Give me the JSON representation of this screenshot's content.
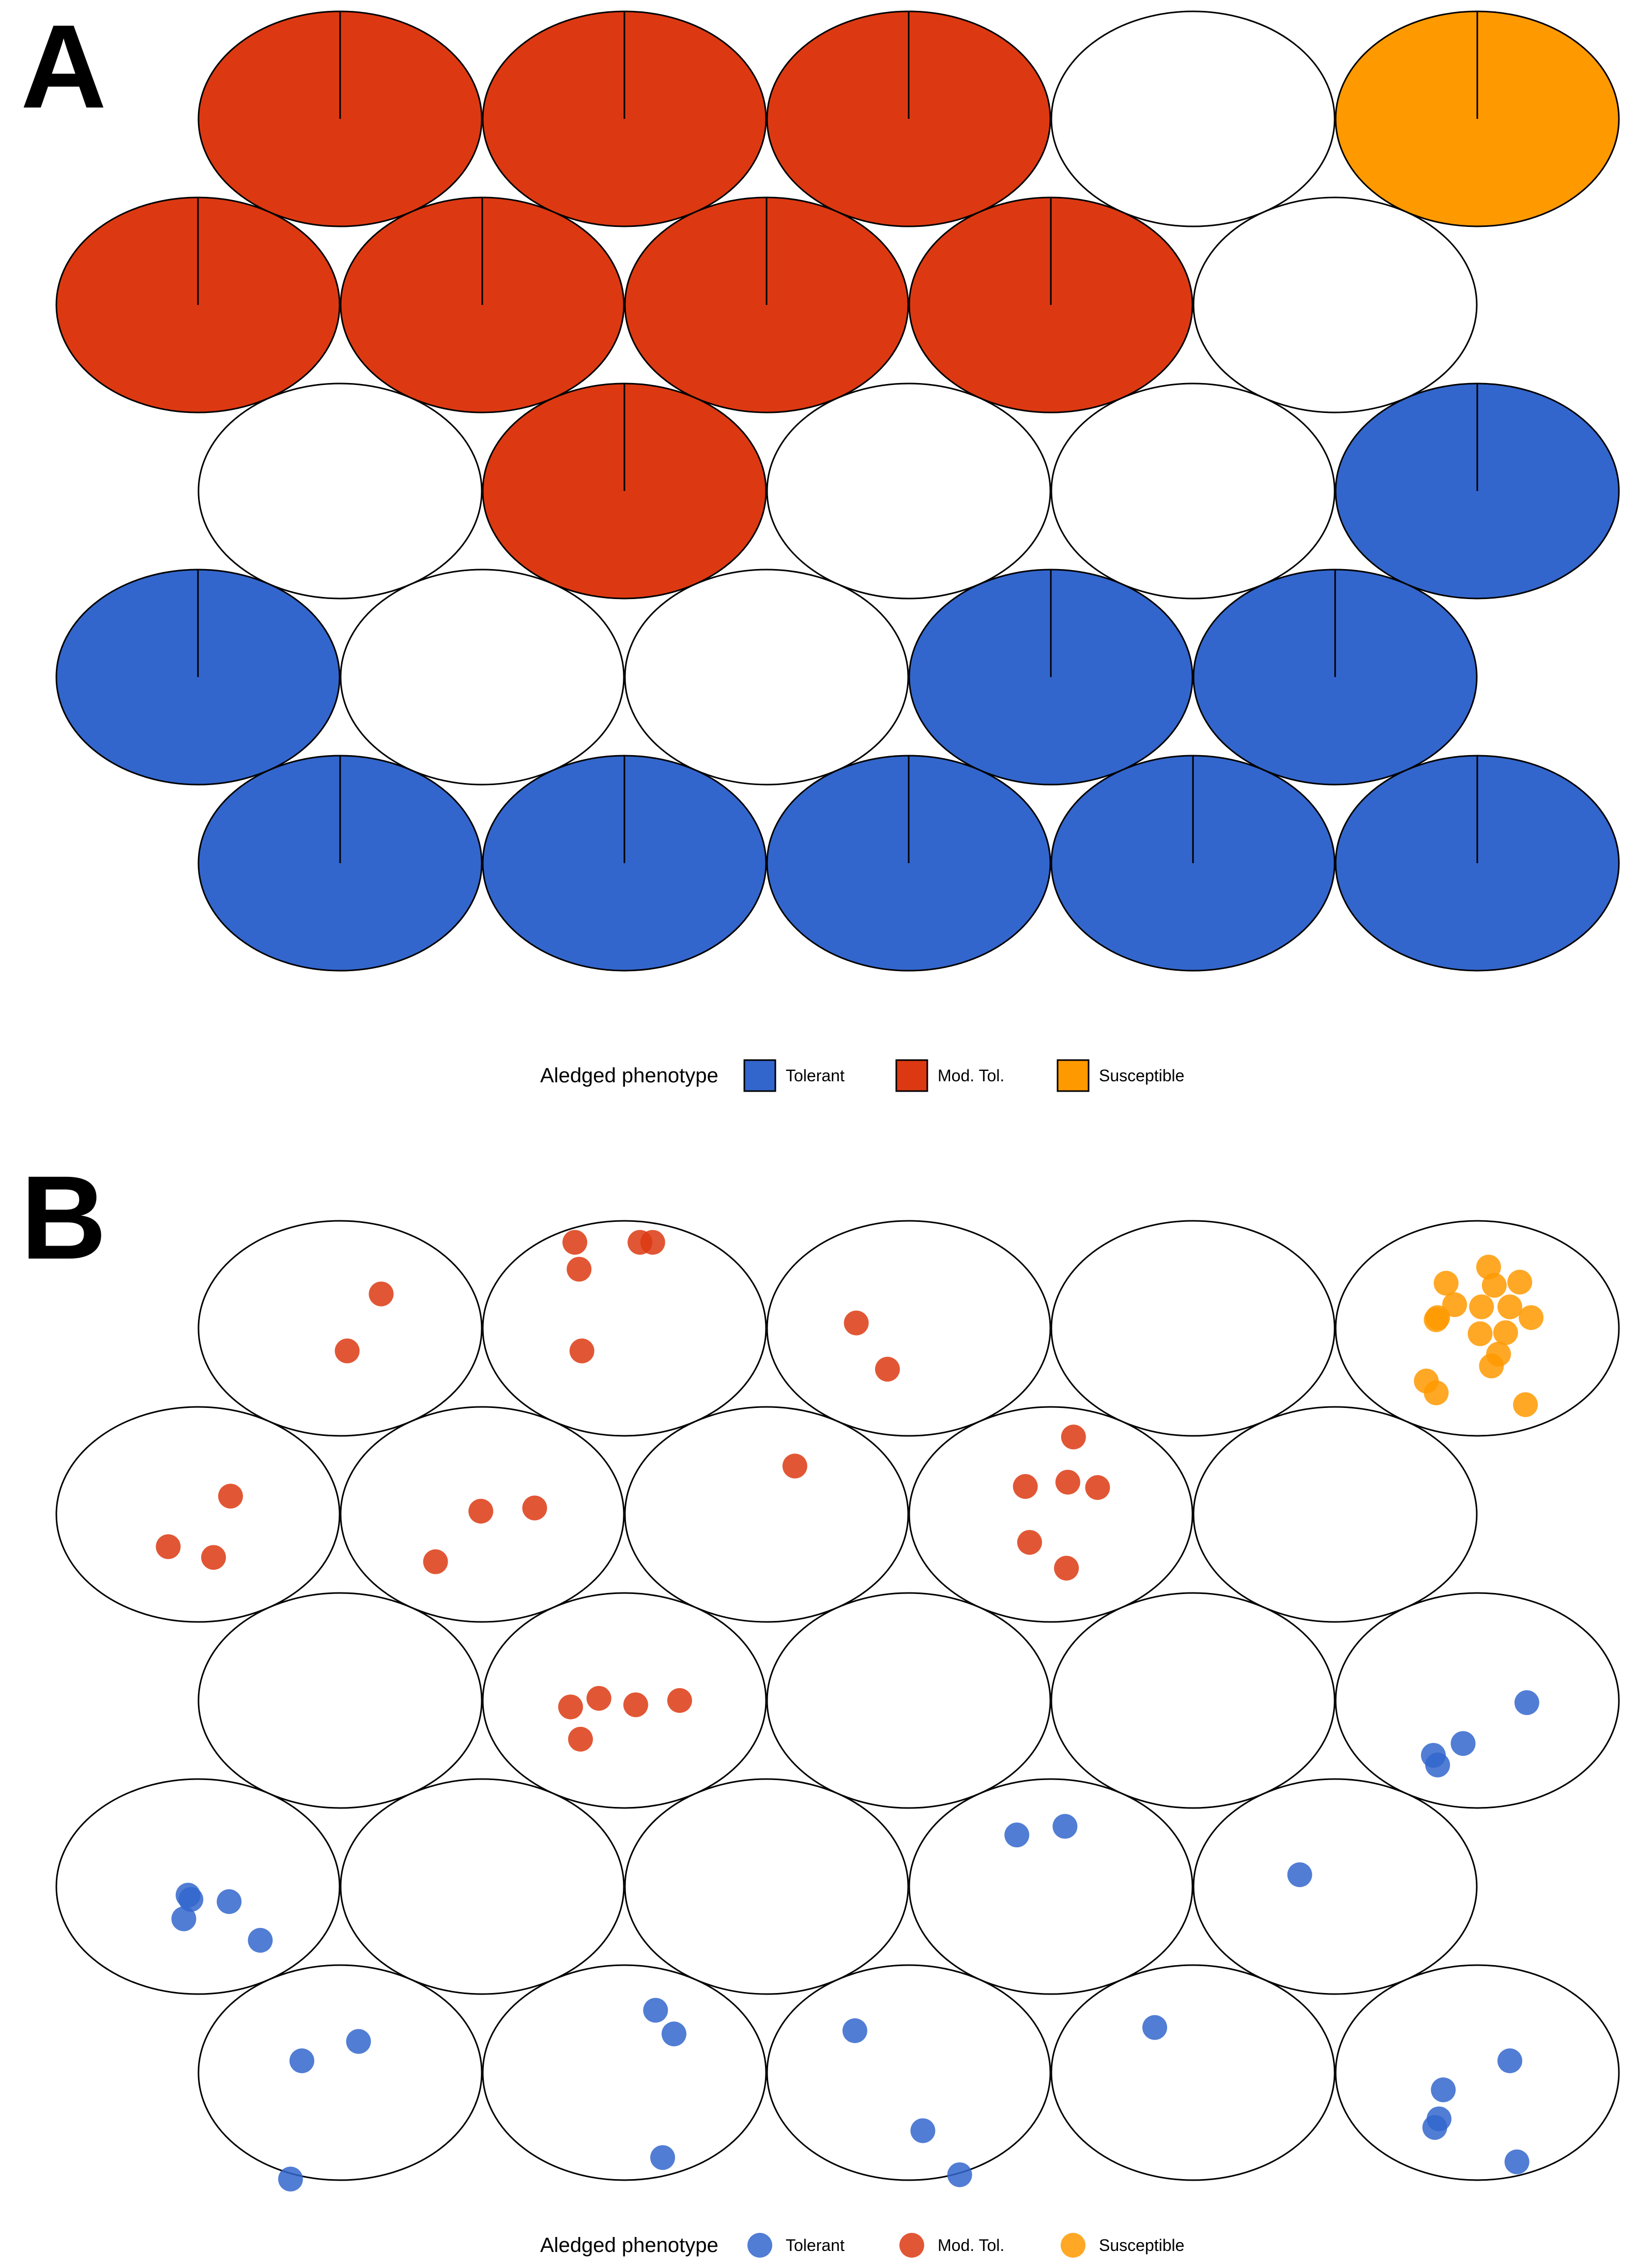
{
  "colors": {
    "Tolerant": "#3366cc",
    "Mod. Tol.": "#dc3912",
    "Susceptible": "#ff9900",
    "outline": "#000000",
    "background": "#ffffff"
  },
  "chart_data": [
    {
      "type": "hexbin-map",
      "panel_label": "A",
      "title": "",
      "legend": {
        "title": "Aledged phenotype",
        "placement": "bottom",
        "shape": "square",
        "entries": [
          "Tolerant",
          "Mod. Tol.",
          "Susceptible"
        ]
      },
      "grid": {
        "rows": 5,
        "cols": 5,
        "odd_rows_offset": true
      },
      "cells": [
        {
          "row": 0,
          "col": 0,
          "phenotype": "Mod. Tol."
        },
        {
          "row": 0,
          "col": 1,
          "phenotype": "Mod. Tol."
        },
        {
          "row": 0,
          "col": 2,
          "phenotype": "Mod. Tol."
        },
        {
          "row": 0,
          "col": 3,
          "phenotype": null
        },
        {
          "row": 0,
          "col": 4,
          "phenotype": "Susceptible"
        },
        {
          "row": 1,
          "col": 0,
          "phenotype": "Mod. Tol."
        },
        {
          "row": 1,
          "col": 1,
          "phenotype": "Mod. Tol."
        },
        {
          "row": 1,
          "col": 2,
          "phenotype": "Mod. Tol."
        },
        {
          "row": 1,
          "col": 3,
          "phenotype": "Mod. Tol."
        },
        {
          "row": 1,
          "col": 4,
          "phenotype": null
        },
        {
          "row": 2,
          "col": 0,
          "phenotype": null
        },
        {
          "row": 2,
          "col": 1,
          "phenotype": "Mod. Tol."
        },
        {
          "row": 2,
          "col": 2,
          "phenotype": null
        },
        {
          "row": 2,
          "col": 3,
          "phenotype": null
        },
        {
          "row": 2,
          "col": 4,
          "phenotype": "Tolerant"
        },
        {
          "row": 3,
          "col": 0,
          "phenotype": "Tolerant"
        },
        {
          "row": 3,
          "col": 1,
          "phenotype": null
        },
        {
          "row": 3,
          "col": 2,
          "phenotype": null
        },
        {
          "row": 3,
          "col": 3,
          "phenotype": "Tolerant"
        },
        {
          "row": 3,
          "col": 4,
          "phenotype": "Tolerant"
        },
        {
          "row": 4,
          "col": 0,
          "phenotype": "Tolerant"
        },
        {
          "row": 4,
          "col": 1,
          "phenotype": "Tolerant"
        },
        {
          "row": 4,
          "col": 2,
          "phenotype": "Tolerant"
        },
        {
          "row": 4,
          "col": 3,
          "phenotype": "Tolerant"
        },
        {
          "row": 4,
          "col": 4,
          "phenotype": "Tolerant"
        }
      ]
    },
    {
      "type": "scatter-in-cells",
      "panel_label": "B",
      "title": "",
      "legend": {
        "title": "Aledged phenotype",
        "placement": "bottom",
        "shape": "circle",
        "entries": [
          "Tolerant",
          "Mod. Tol.",
          "Susceptible"
        ]
      },
      "grid": {
        "rows": 5,
        "cols": 5,
        "odd_rows_offset": true
      },
      "point_coords": "fraction of cell ellipse semi-axes, origin at cell centre",
      "cells": [
        {
          "row": 0,
          "col": 0,
          "phenotype": "Mod. Tol.",
          "points": [
            [
              0.29,
              -0.32
            ],
            [
              0.05,
              0.21
            ]
          ]
        },
        {
          "row": 0,
          "col": 1,
          "phenotype": "Mod. Tol.",
          "points": [
            [
              -0.35,
              -0.8
            ],
            [
              0.11,
              -0.8
            ],
            [
              0.2,
              -0.8
            ],
            [
              -0.32,
              -0.55
            ],
            [
              -0.3,
              0.21
            ]
          ]
        },
        {
          "row": 0,
          "col": 2,
          "phenotype": "Mod. Tol.",
          "points": [
            [
              -0.37,
              -0.05
            ],
            [
              -0.15,
              0.38
            ]
          ]
        },
        {
          "row": 0,
          "col": 3,
          "phenotype": null,
          "points": []
        },
        {
          "row": 0,
          "col": 4,
          "phenotype": "Susceptible",
          "points": [
            [
              -0.22,
              -0.42
            ],
            [
              0.08,
              -0.57
            ],
            [
              0.12,
              -0.4
            ],
            [
              0.3,
              -0.43
            ],
            [
              -0.16,
              -0.22
            ],
            [
              -0.28,
              -0.1
            ],
            [
              -0.29,
              -0.08
            ],
            [
              0.03,
              -0.2
            ],
            [
              0.23,
              -0.2
            ],
            [
              0.38,
              -0.1
            ],
            [
              0.02,
              0.05
            ],
            [
              0.2,
              0.04
            ],
            [
              0.15,
              0.24
            ],
            [
              0.1,
              0.35
            ],
            [
              -0.36,
              0.49
            ],
            [
              -0.29,
              0.6
            ],
            [
              0.34,
              0.71
            ]
          ]
        },
        {
          "row": 1,
          "col": 0,
          "phenotype": "Mod. Tol.",
          "points": [
            [
              0.23,
              -0.17
            ],
            [
              -0.21,
              0.3
            ],
            [
              0.11,
              0.4
            ]
          ]
        },
        {
          "row": 1,
          "col": 1,
          "phenotype": "Mod. Tol.",
          "points": [
            [
              -0.01,
              -0.03
            ],
            [
              0.37,
              -0.06
            ],
            [
              -0.33,
              0.44
            ]
          ]
        },
        {
          "row": 1,
          "col": 2,
          "phenotype": "Mod. Tol.",
          "points": [
            [
              0.2,
              -0.45
            ]
          ]
        },
        {
          "row": 1,
          "col": 3,
          "phenotype": "Mod. Tol.",
          "points": [
            [
              0.16,
              -0.72
            ],
            [
              -0.18,
              -0.26
            ],
            [
              0.12,
              -0.3
            ],
            [
              0.33,
              -0.25
            ],
            [
              -0.15,
              0.26
            ],
            [
              0.11,
              0.5
            ]
          ]
        },
        {
          "row": 1,
          "col": 4,
          "phenotype": null,
          "points": []
        },
        {
          "row": 2,
          "col": 0,
          "phenotype": null,
          "points": []
        },
        {
          "row": 2,
          "col": 1,
          "phenotype": "Mod. Tol.",
          "points": [
            [
              -0.38,
              0.06
            ],
            [
              -0.18,
              -0.02
            ],
            [
              0.08,
              0.04
            ],
            [
              0.39,
              0.0
            ],
            [
              -0.31,
              0.36
            ]
          ]
        },
        {
          "row": 2,
          "col": 2,
          "phenotype": null,
          "points": []
        },
        {
          "row": 2,
          "col": 3,
          "phenotype": null,
          "points": []
        },
        {
          "row": 2,
          "col": 4,
          "phenotype": "Tolerant",
          "points": [
            [
              0.35,
              0.02
            ],
            [
              -0.1,
              0.4
            ],
            [
              -0.31,
              0.51
            ],
            [
              -0.28,
              0.6
            ]
          ]
        },
        {
          "row": 3,
          "col": 0,
          "phenotype": "Tolerant",
          "points": [
            [
              -0.07,
              0.08
            ],
            [
              -0.05,
              0.12
            ],
            [
              0.22,
              0.14
            ],
            [
              -0.1,
              0.3
            ],
            [
              0.44,
              0.5
            ]
          ]
        },
        {
          "row": 3,
          "col": 1,
          "phenotype": null,
          "points": []
        },
        {
          "row": 3,
          "col": 2,
          "phenotype": null,
          "points": []
        },
        {
          "row": 3,
          "col": 3,
          "phenotype": "Tolerant",
          "points": [
            [
              -0.24,
              -0.48
            ],
            [
              0.1,
              -0.56
            ]
          ]
        },
        {
          "row": 3,
          "col": 4,
          "phenotype": "Tolerant",
          "points": [
            [
              -0.25,
              -0.11
            ]
          ]
        },
        {
          "row": 4,
          "col": 0,
          "phenotype": "Tolerant",
          "points": [
            [
              0.13,
              -0.29
            ],
            [
              -0.27,
              -0.11
            ],
            [
              -0.35,
              0.99
            ]
          ]
        },
        {
          "row": 4,
          "col": 1,
          "phenotype": "Tolerant",
          "points": [
            [
              0.22,
              -0.58
            ],
            [
              0.35,
              -0.36
            ],
            [
              0.27,
              0.79
            ]
          ]
        },
        {
          "row": 4,
          "col": 2,
          "phenotype": "Tolerant",
          "points": [
            [
              -0.38,
              -0.39
            ],
            [
              0.1,
              0.54
            ],
            [
              0.36,
              0.95
            ]
          ]
        },
        {
          "row": 4,
          "col": 3,
          "phenotype": "Tolerant",
          "points": [
            [
              -0.27,
              -0.42
            ]
          ]
        },
        {
          "row": 4,
          "col": 4,
          "phenotype": "Tolerant",
          "points": [
            [
              0.23,
              -0.11
            ],
            [
              -0.24,
              0.16
            ],
            [
              -0.27,
              0.43
            ],
            [
              -0.3,
              0.51
            ],
            [
              0.28,
              0.83
            ]
          ]
        }
      ]
    }
  ]
}
